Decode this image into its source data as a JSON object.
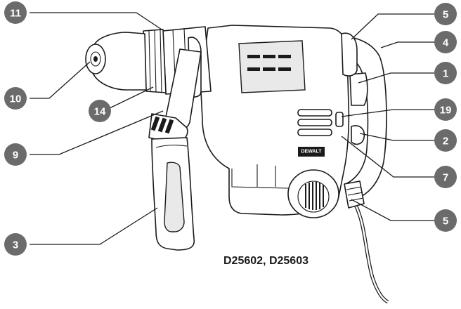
{
  "figure": {
    "model_caption": "D25602, D25603",
    "brand_badge": "DEWALT"
  },
  "callouts": [
    {
      "id": "c11",
      "label": "11"
    },
    {
      "id": "c10",
      "label": "10"
    },
    {
      "id": "c14",
      "label": "14"
    },
    {
      "id": "c9",
      "label": "9"
    },
    {
      "id": "c3",
      "label": "3"
    },
    {
      "id": "c5a",
      "label": "5"
    },
    {
      "id": "c4",
      "label": "4"
    },
    {
      "id": "c1",
      "label": "1"
    },
    {
      "id": "c19",
      "label": "19"
    },
    {
      "id": "c2",
      "label": "2"
    },
    {
      "id": "c7",
      "label": "7"
    },
    {
      "id": "c5b",
      "label": "5"
    }
  ]
}
